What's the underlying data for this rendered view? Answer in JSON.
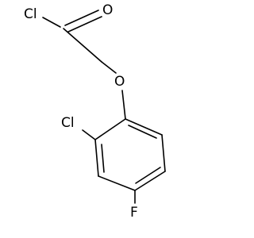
{
  "molecule": {
    "atoms": {
      "cl_acyl": "Cl",
      "o_carbonyl": "O",
      "o_ether": "O",
      "cl_ring": "Cl",
      "f_ring": "F"
    }
  }
}
